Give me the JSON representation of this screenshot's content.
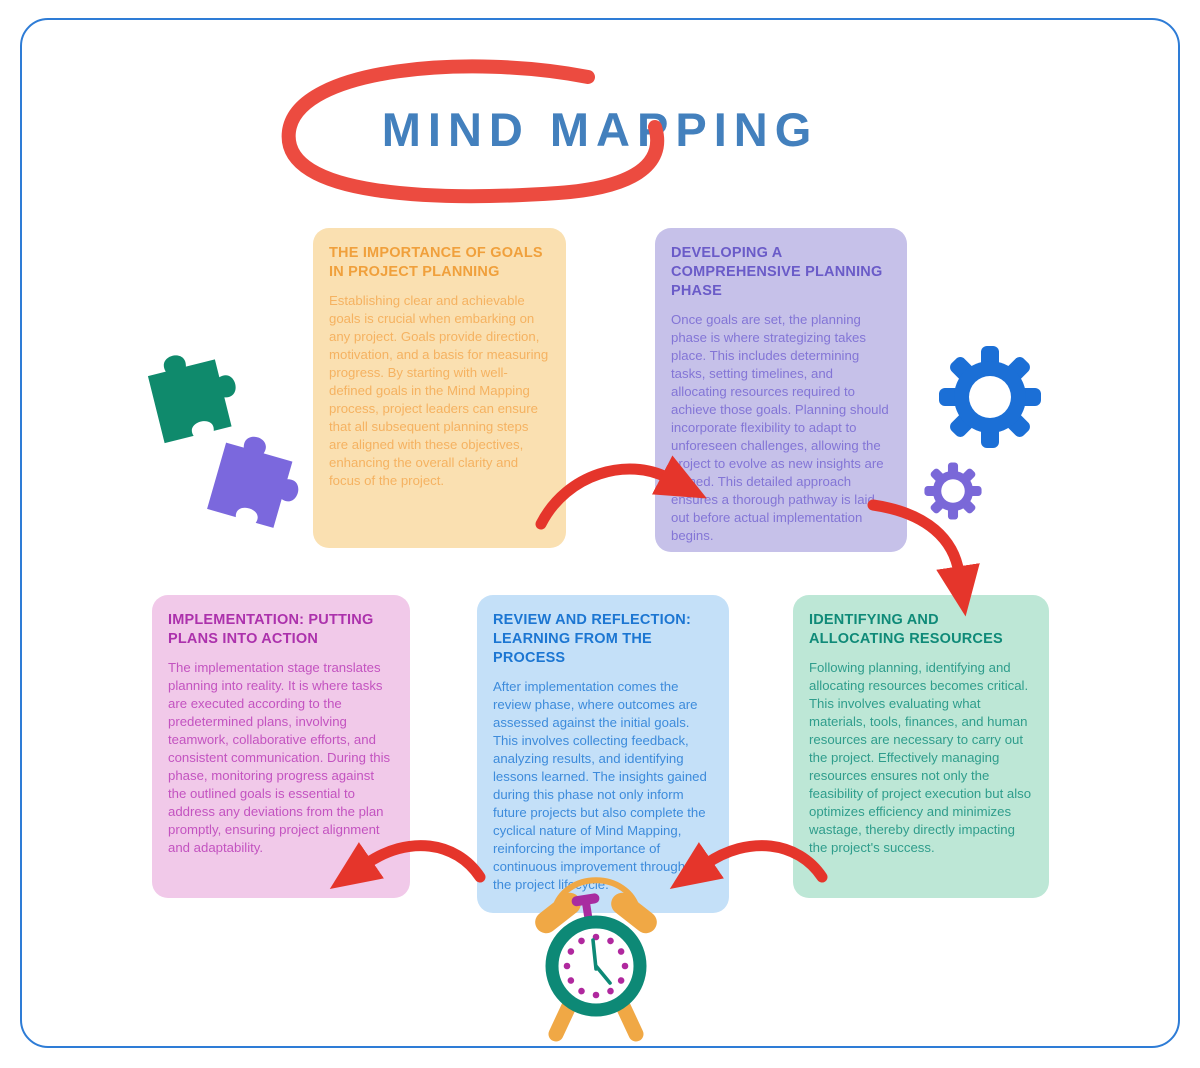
{
  "title": "MIND MAPPING",
  "cards": [
    {
      "id": "goals",
      "heading": "THE IMPORTANCE OF GOALS IN PROJECT PLANNING",
      "body": "Establishing clear and achievable goals is crucial when embarking on any project. Goals provide direction, motivation, and a basis for measuring progress. By starting with well-defined goals in the Mind Mapping process, project leaders can ensure that all subsequent planning steps are aligned with these objectives, enhancing the overall clarity and focus of the project.",
      "bg": "#FAE0B1",
      "heading_color": "#F0A03C",
      "body_color": "#F5B261"
    },
    {
      "id": "planning",
      "heading": "DEVELOPING A COMPREHENSIVE PLANNING PHASE",
      "body": "Once goals are set, the planning phase is where strategizing takes place. This includes determining tasks, setting timelines, and allocating resources required to achieve those goals. Planning should incorporate flexibility to adapt to unforeseen challenges, allowing the project to evolve as new insights are gained. This detailed approach ensures a thorough pathway is laid out before actual implementation begins.",
      "bg": "#C6C1E9",
      "heading_color": "#6A5BC8",
      "body_color": "#8375D6"
    },
    {
      "id": "resources",
      "heading": "IDENTIFYING AND ALLOCATING RESOURCES",
      "body": "Following planning, identifying and allocating resources becomes critical. This involves evaluating what materials, tools, finances, and human resources are necessary to carry out the project. Effectively managing resources ensures not only the feasibility of project execution but also optimizes efficiency and minimizes wastage, thereby directly impacting the project's success.",
      "bg": "#BDE7D6",
      "heading_color": "#0F8A78",
      "body_color": "#2F9D8C"
    },
    {
      "id": "review",
      "heading": "REVIEW AND REFLECTION: LEARNING FROM THE PROCESS",
      "body": "After implementation comes the review phase, where outcomes are assessed against the initial goals. This involves collecting feedback, analyzing results, and identifying lessons learned. The insights gained during this phase not only inform future projects but also complete the cyclical nature of Mind Mapping, reinforcing the importance of continuous improvement throughout the project lifecycle.",
      "bg": "#C4E0F8",
      "heading_color": "#1C76D2",
      "body_color": "#3D8BDB"
    },
    {
      "id": "implementation",
      "heading": "IMPLEMENTATION: PUTTING PLANS INTO ACTION",
      "body": "The implementation stage translates planning into reality. It is where tasks are executed according to the predetermined plans, involving teamwork, collaborative efforts, and consistent communication. During this phase, monitoring progress against the outlined goals is essential to address any deviations from the plan promptly, ensuring project alignment and adaptability.",
      "bg": "#F1C9E9",
      "heading_color": "#AC31AC",
      "body_color": "#C353C0"
    }
  ],
  "icons": [
    "red-swoosh-circle",
    "green-puzzle-piece",
    "purple-puzzle-piece",
    "blue-gear",
    "purple-gear",
    "alarm-clock",
    "arrow-goals-to-planning",
    "arrow-planning-to-resources",
    "arrow-resources-to-review",
    "arrow-review-to-implementation"
  ],
  "colors": {
    "frame_border": "#2E7CD6",
    "title_text": "#4380BD",
    "arrow_red": "#E5352B",
    "puzzle_green": "#0F8A6C",
    "puzzle_purple": "#7B68DD",
    "gear_blue": "#1B6FD6",
    "gear_purple": "#7A68D8",
    "clock_teal": "#0D8976",
    "clock_orange": "#F0A845",
    "clock_magenta": "#B0289E"
  }
}
